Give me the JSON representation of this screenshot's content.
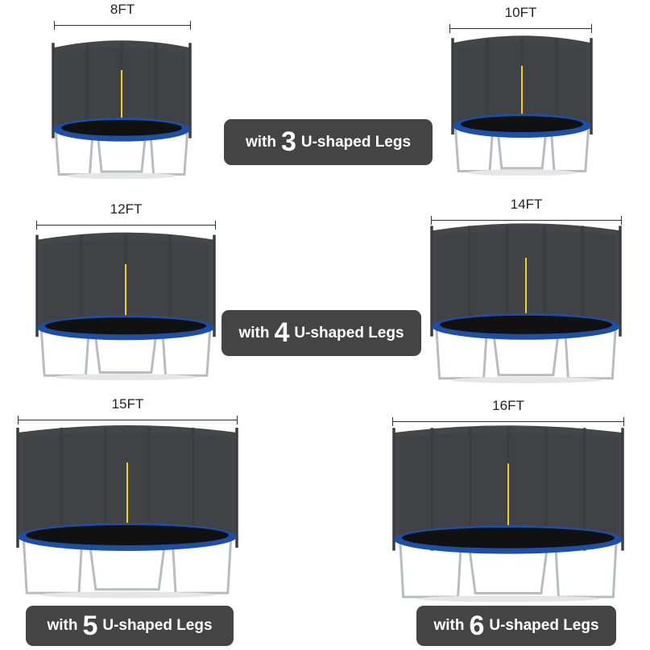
{
  "trampolines": [
    {
      "size": "8FT",
      "posts": 8
    },
    {
      "size": "10FT",
      "posts": 8
    },
    {
      "size": "12FT",
      "posts": 8
    },
    {
      "size": "14FT",
      "posts": 10
    },
    {
      "size": "15FT",
      "posts": 10
    },
    {
      "size": "16FT",
      "posts": 12
    }
  ],
  "badges": [
    {
      "with": "with",
      "num": "3",
      "text": "U-shaped Legs"
    },
    {
      "with": "with",
      "num": "4",
      "text": "U-shaped Legs"
    },
    {
      "with": "with",
      "num": "5",
      "text": "U-shaped Legs"
    },
    {
      "with": "with",
      "num": "6",
      "text": "U-shaped Legs"
    }
  ],
  "colors": {
    "pad": "#1d4fa8",
    "net": "#2a2c30",
    "pole": "#3a3d42",
    "frame": "#b8bcc2",
    "zip": "#f2d21a",
    "badge": "#444444"
  }
}
